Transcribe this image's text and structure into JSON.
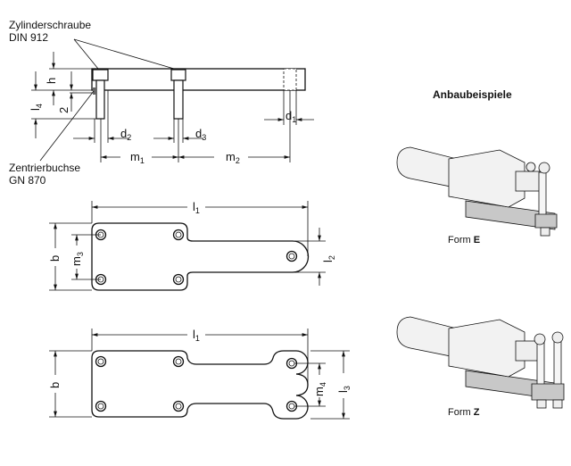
{
  "section_view": {
    "screw_label_line1": "Zylinderschraube",
    "screw_label_line2": "DIN 912",
    "bushing_label_line1": "Zentrierbuchse",
    "bushing_label_line2": "GN 870",
    "dims": {
      "h": "h",
      "l": "l",
      "l4_sub": "4",
      "two": "2",
      "d": "d",
      "d1_sub": "1",
      "d2_sub": "2",
      "d3_sub": "3",
      "m": "m",
      "m1_sub": "1",
      "m2_sub": "2"
    }
  },
  "top_view_e": {
    "l": "l",
    "l1_sub": "1",
    "b": "b",
    "m": "m",
    "m3_sub": "3",
    "l2_sub": "2"
  },
  "top_view_z": {
    "l": "l",
    "l1_sub": "1",
    "b": "b",
    "m": "m",
    "m4_sub": "4",
    "l3_sub": "3"
  },
  "examples": {
    "title": "Anbaubeispiele",
    "form_e_prefix": "Form ",
    "form_e_letter": "E",
    "form_z_prefix": "Form ",
    "form_z_letter": "Z"
  },
  "colors": {
    "line": "#111111",
    "part_fill": "#f2f2f2",
    "plate_fill": "#c8c8c8"
  }
}
